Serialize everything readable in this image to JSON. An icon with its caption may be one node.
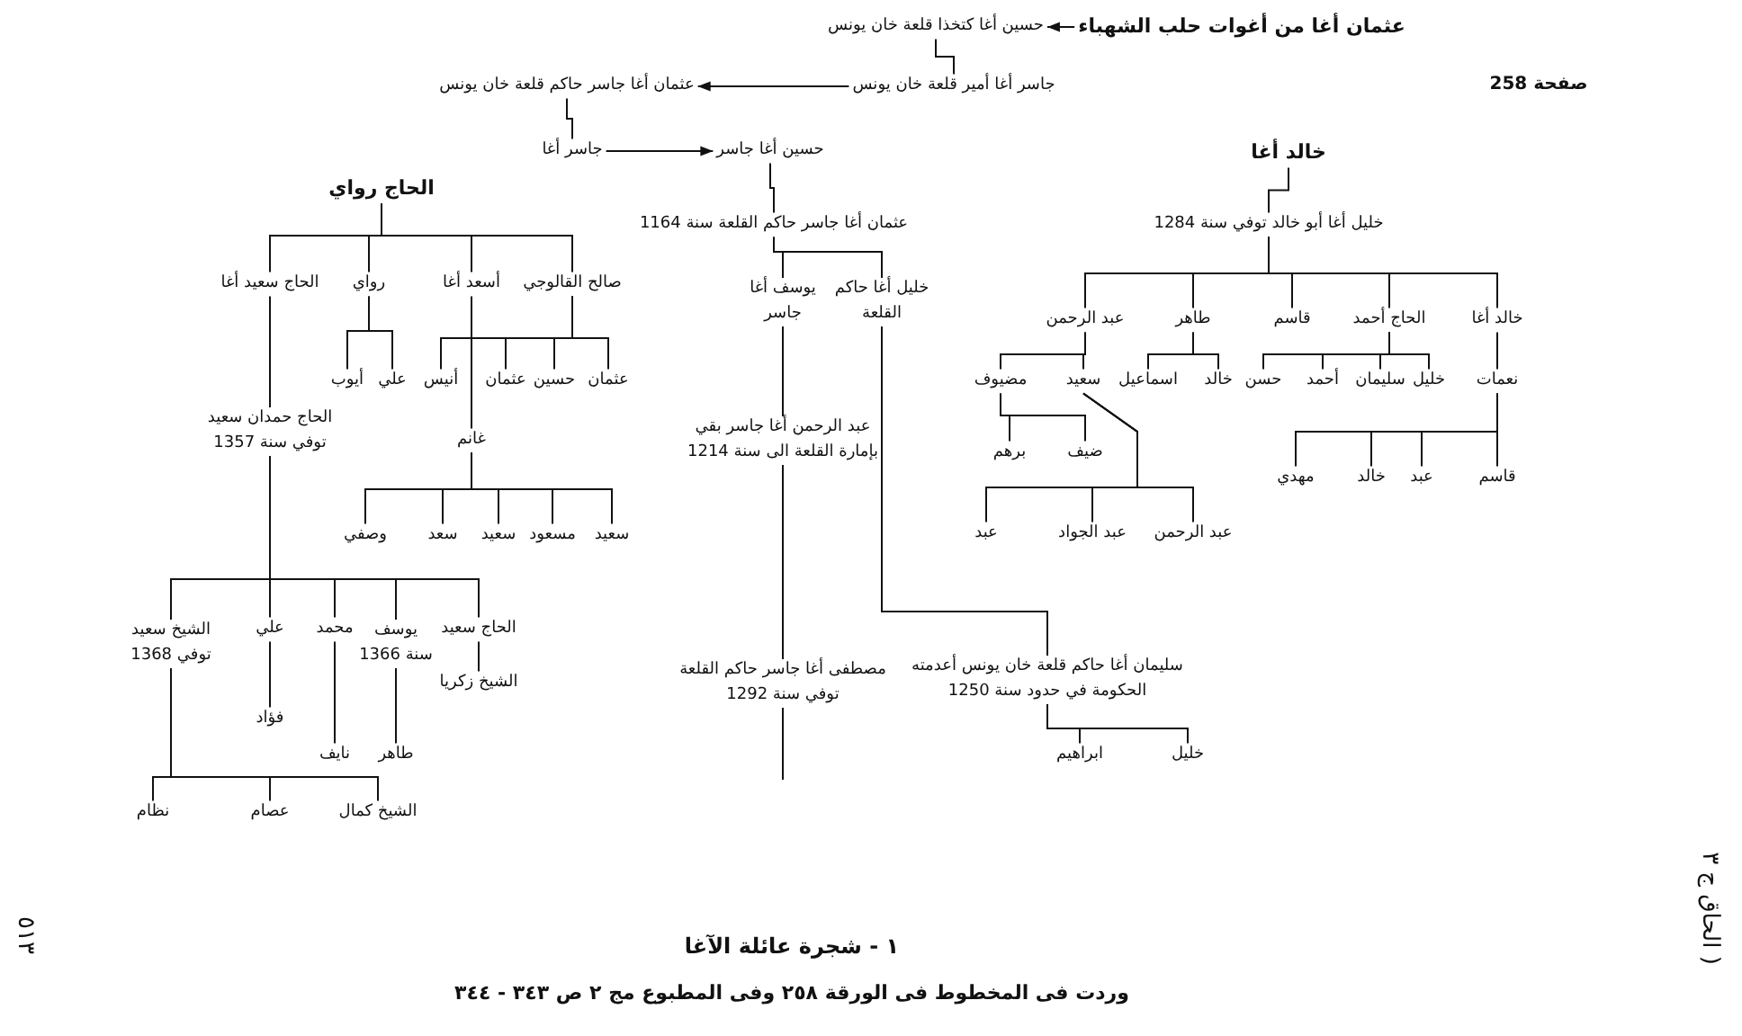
{
  "diagram": {
    "title": "١ - شجرة عائلة الآغا",
    "caption": "وردت فى المخطوط فى الورقة ٢٥٨ وفى المطبوع مج ٢ ص ٣٤٣ - ٣٤٤",
    "nodes": [
      {
        "text": [
          "عثمان أغا من أغوات حلب الشهباء"
        ]
      },
      {
        "text": [
          "حسين أغا كتخذا قلعة خان يونس"
        ]
      },
      {
        "text": [
          "جاسر أغا أمير قلعة خان يونس"
        ]
      },
      {
        "text": [
          "عثمان أغا جاسر حاكم قلعة خان يونس"
        ]
      },
      {
        "text": [
          "جاسر أغا"
        ]
      },
      {
        "text": [
          "حسين أغا جاسر"
        ]
      },
      {
        "text": [
          "عثمان أغا جاسر حاكم القلعة سنة 1164"
        ]
      },
      {
        "text": [
          "خالد أغا"
        ]
      },
      {
        "text": [
          "خليل أغا أبو خالد توفي سنة 1284"
        ]
      },
      {
        "text": [
          "خالد أغا"
        ]
      },
      {
        "text": [
          "الحاج أحمد"
        ]
      },
      {
        "text": [
          "قاسم"
        ]
      },
      {
        "text": [
          "طاهر"
        ]
      },
      {
        "text": [
          "عبد الرحمن"
        ]
      },
      {
        "text": [
          "نعمات"
        ]
      },
      {
        "text": [
          "خليل"
        ]
      },
      {
        "text": [
          "سليمان"
        ]
      },
      {
        "text": [
          "أحمد"
        ]
      },
      {
        "text": [
          "حسن"
        ]
      },
      {
        "text": [
          "خالد"
        ]
      },
      {
        "text": [
          "اسماعيل"
        ]
      },
      {
        "text": [
          "سعيد"
        ]
      },
      {
        "text": [
          "مضيوف"
        ]
      },
      {
        "text": [
          "ضيف"
        ]
      },
      {
        "text": [
          "برهم"
        ]
      },
      {
        "text": [
          "قاسم"
        ]
      },
      {
        "text": [
          "عبد"
        ]
      },
      {
        "text": [
          "خالد"
        ]
      },
      {
        "text": [
          "مهدي"
        ]
      },
      {
        "text": [
          "عبد الرحمن"
        ]
      },
      {
        "text": [
          "عبد الجواد"
        ]
      },
      {
        "text": [
          "عبد"
        ]
      },
      {
        "text": [
          "الحاج رواي"
        ]
      },
      {
        "text": [
          "صالح القالوجي"
        ]
      },
      {
        "text": [
          "أسعد أغا"
        ]
      },
      {
        "text": [
          "رواي"
        ]
      },
      {
        "text": [
          "الحاج سعيد أغا"
        ]
      },
      {
        "text": [
          "عثمان"
        ]
      },
      {
        "text": [
          "حسين"
        ]
      },
      {
        "text": [
          "عثمان"
        ]
      },
      {
        "text": [
          "أنيس"
        ]
      },
      {
        "text": [
          "علي"
        ]
      },
      {
        "text": [
          "أيوب"
        ]
      },
      {
        "text": [
          "غانم"
        ]
      },
      {
        "text": [
          "سعيد"
        ]
      },
      {
        "text": [
          "مسعود"
        ]
      },
      {
        "text": [
          "سعيد"
        ]
      },
      {
        "text": [
          "سعد"
        ]
      },
      {
        "text": [
          "وصفي"
        ]
      },
      {
        "text": [
          "الحاج حمدان سعيد توفي سنة 1357"
        ]
      },
      {
        "text": [
          "الحاج سعيد"
        ]
      },
      {
        "text": [
          "يوسف",
          "سنة 1366"
        ]
      },
      {
        "text": [
          "محمد"
        ]
      },
      {
        "text": [
          "علي"
        ]
      },
      {
        "text": [
          "الشيخ سعيد",
          "توفي 1368"
        ]
      },
      {
        "text": [
          "الشيخ زكريا"
        ]
      },
      {
        "text": [
          "طاهر"
        ]
      },
      {
        "text": [
          "نايف"
        ]
      },
      {
        "text": [
          "فؤاد"
        ]
      },
      {
        "text": [
          "الشيخ كمال"
        ]
      },
      {
        "text": [
          "عصام"
        ]
      },
      {
        "text": [
          "نظام"
        ]
      },
      {
        "text": [
          "يوسف أغا جاسر"
        ]
      },
      {
        "text": [
          "خليل أغا حاكم القلعة"
        ]
      },
      {
        "text": [
          "عبد الرحمن أغا جاسر بقي بإمارة القلعة الى سنة 1214"
        ]
      },
      {
        "text": [
          "مصطفى أغا جاسر حاكم القلعة توفي سنة 1292"
        ]
      },
      {
        "text": [
          "سليمان أغا حاكم قلعة خان يونس أعدمته الحكومة في حدود سنة 1250"
        ]
      },
      {
        "text": [
          "خليل"
        ]
      },
      {
        "text": [
          "ابراهيم"
        ]
      }
    ],
    "edges": [
      {
        "from": 0,
        "to": 1,
        "arrow": "to"
      },
      {
        "from": 1,
        "to": 2,
        "arrow": "none"
      },
      {
        "from": 2,
        "to": 3,
        "arrow": "to"
      },
      {
        "from": 3,
        "to": 4,
        "arrow": "none"
      },
      {
        "from": 4,
        "to": 5,
        "arrow": "to"
      },
      {
        "from": 5,
        "to": 6,
        "arrow": "none"
      },
      {
        "from": 7,
        "to": 8,
        "arrow": "none"
      },
      {
        "from": 8,
        "to": 9,
        "arrow": "none"
      },
      {
        "from": 8,
        "to": 10,
        "arrow": "none"
      },
      {
        "from": 8,
        "to": 11,
        "arrow": "none"
      },
      {
        "from": 8,
        "to": 12,
        "arrow": "none"
      },
      {
        "from": 8,
        "to": 13,
        "arrow": "none"
      },
      {
        "from": 9,
        "to": 14,
        "arrow": "none"
      },
      {
        "from": 10,
        "to": 15,
        "arrow": "none"
      },
      {
        "from": 10,
        "to": 16,
        "arrow": "none"
      },
      {
        "from": 10,
        "to": 17,
        "arrow": "none"
      },
      {
        "from": 10,
        "to": 18,
        "arrow": "none"
      },
      {
        "from": 12,
        "to": 19,
        "arrow": "none"
      },
      {
        "from": 12,
        "to": 20,
        "arrow": "none"
      },
      {
        "from": 13,
        "to": 21,
        "arrow": "none"
      },
      {
        "from": 13,
        "to": 22,
        "arrow": "none"
      },
      {
        "from": 22,
        "to": 23,
        "arrow": "none"
      },
      {
        "from": 22,
        "to": 24,
        "arrow": "none"
      },
      {
        "from": 14,
        "to": 25,
        "arrow": "none"
      },
      {
        "from": 14,
        "to": 26,
        "arrow": "none"
      },
      {
        "from": 14,
        "to": 27,
        "arrow": "none"
      },
      {
        "from": 14,
        "to": 28,
        "arrow": "none"
      },
      {
        "from": 21,
        "to": 29,
        "arrow": "none"
      },
      {
        "from": 21,
        "to": 30,
        "arrow": "none"
      },
      {
        "from": 21,
        "to": 31,
        "arrow": "none"
      },
      {
        "from": 32,
        "to": 33,
        "arrow": "none"
      },
      {
        "from": 32,
        "to": 34,
        "arrow": "none"
      },
      {
        "from": 32,
        "to": 35,
        "arrow": "none"
      },
      {
        "from": 32,
        "to": 36,
        "arrow": "none"
      },
      {
        "from": 33,
        "to": 37,
        "arrow": "none"
      },
      {
        "from": 33,
        "to": 38,
        "arrow": "none"
      },
      {
        "from": 33,
        "to": 39,
        "arrow": "none"
      },
      {
        "from": 33,
        "to": 40,
        "arrow": "none"
      },
      {
        "from": 35,
        "to": 41,
        "arrow": "none"
      },
      {
        "from": 35,
        "to": 42,
        "arrow": "none"
      },
      {
        "from": 34,
        "to": 43,
        "arrow": "none"
      },
      {
        "from": 43,
        "to": 44,
        "arrow": "none"
      },
      {
        "from": 43,
        "to": 45,
        "arrow": "none"
      },
      {
        "from": 43,
        "to": 46,
        "arrow": "none"
      },
      {
        "from": 43,
        "to": 47,
        "arrow": "none"
      },
      {
        "from": 43,
        "to": 48,
        "arrow": "none"
      },
      {
        "from": 36,
        "to": 49,
        "arrow": "none"
      },
      {
        "from": 49,
        "to": 50,
        "arrow": "none"
      },
      {
        "from": 49,
        "to": 51,
        "arrow": "none"
      },
      {
        "from": 49,
        "to": 52,
        "arrow": "none"
      },
      {
        "from": 49,
        "to": 53,
        "arrow": "none"
      },
      {
        "from": 49,
        "to": 54,
        "arrow": "none"
      },
      {
        "from": 50,
        "to": 55,
        "arrow": "none"
      },
      {
        "from": 51,
        "to": 56,
        "arrow": "none"
      },
      {
        "from": 52,
        "to": 57,
        "arrow": "none"
      },
      {
        "from": 53,
        "to": 58,
        "arrow": "none"
      },
      {
        "from": 54,
        "to": 59,
        "arrow": "none"
      },
      {
        "from": 54,
        "to": 60,
        "arrow": "none"
      },
      {
        "from": 54,
        "to": 61,
        "arrow": "none"
      },
      {
        "from": 6,
        "to": 62,
        "arrow": "none"
      },
      {
        "from": 6,
        "to": 63,
        "arrow": "none"
      },
      {
        "from": 62,
        "to": 64,
        "arrow": "none"
      },
      {
        "from": 64,
        "to": 65,
        "arrow": "none"
      },
      {
        "from": 65,
        "to": null,
        "arrow": "none"
      },
      {
        "from": 63,
        "to": 66,
        "arrow": "none"
      },
      {
        "from": 66,
        "to": 67,
        "arrow": "none"
      },
      {
        "from": 66,
        "to": 68,
        "arrow": "none"
      }
    ],
    "labels": [
      "صفحة 258",
      "٥١٣",
      "( الحاق ج ٣"
    ]
  }
}
